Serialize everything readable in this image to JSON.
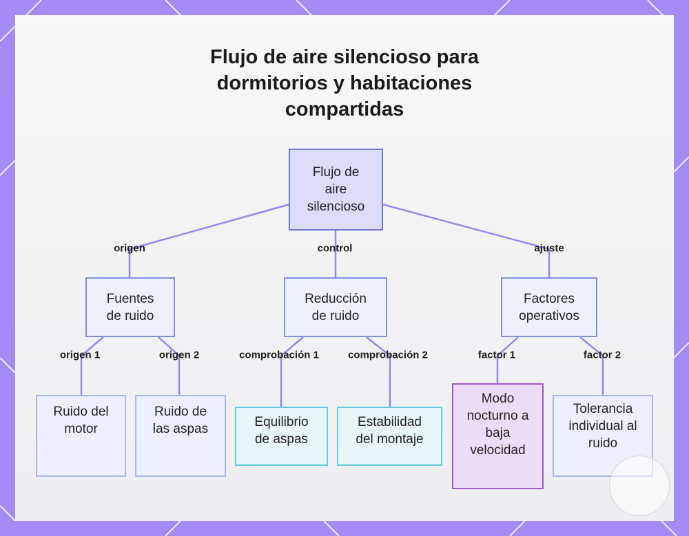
{
  "title": "Flujo de aire silencioso para dormitorios y habitaciones compartidas",
  "colors": {
    "frame": "#a48bf3",
    "edge": "#9b85e8",
    "root_fill": "#dcdcfb",
    "cyan_border": "#5fcede",
    "purple_border": "#9b58c8"
  },
  "nodes": {
    "root": "Flujo de aire silencioso",
    "fuentes": "Fuentes de ruido",
    "reduccion": "Reducción de ruido",
    "factores": "Factores operativos",
    "motor": "Ruido del motor",
    "aspas": "Ruido de las aspas",
    "equilibrio": "Equilibrio de aspas",
    "estabilidad": "Estabilidad del montaje",
    "modo": "Modo nocturno a baja velocidad",
    "tolerancia": "Tolerancia individual al ruido"
  },
  "edges": {
    "origen": "origen",
    "control": "control",
    "ajuste": "ajuste",
    "origen1": "origen 1",
    "origen2": "origen 2",
    "comprobacion1": "comprobación 1",
    "comprobacion2": "comprobación 2",
    "factor1": "factor 1",
    "factor2": "factor 2"
  }
}
